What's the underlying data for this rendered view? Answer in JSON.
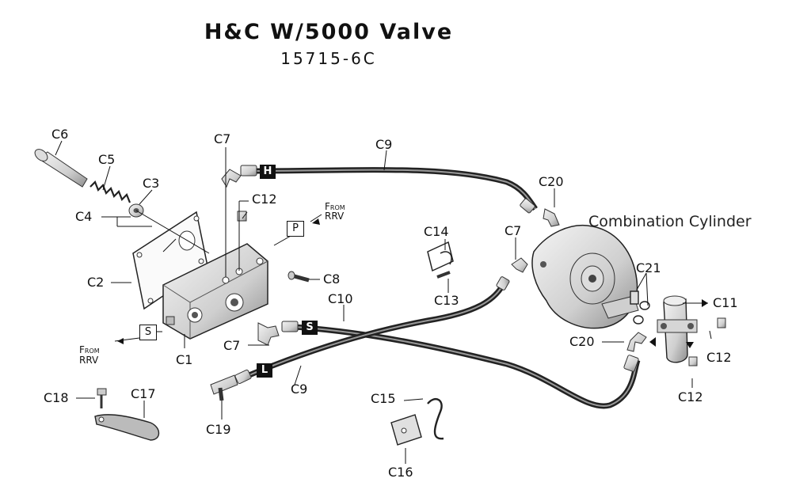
{
  "header": {
    "title": "H&C W/5000 Valve",
    "part_number": "15715-6C"
  },
  "annotation": {
    "combination_cylinder": "Combination Cylinder"
  },
  "port_boxes": {
    "p": "P",
    "s": "S"
  },
  "hose_tags": {
    "h": "H",
    "s": "S",
    "l": "L"
  },
  "notes": {
    "from_rrv_top_1": "From",
    "from_rrv_top_2": "RRV",
    "from_rrv_left_1": "From",
    "from_rrv_left_2": "RRV"
  },
  "callouts": {
    "c1": "C1",
    "c2": "C2",
    "c3": "C3",
    "c4": "C4",
    "c5": "C5",
    "c6": "C6",
    "c7_top": "C7",
    "c7_right": "C7",
    "c7_bottom": "C7",
    "c8": "C8",
    "c9_top": "C9",
    "c9_bottom": "C9",
    "c10": "C10",
    "c11": "C11",
    "c12_top": "C12",
    "c12_right": "C12",
    "c12_bottom": "C12",
    "c13": "C13",
    "c14": "C14",
    "c15": "C15",
    "c16": "C16",
    "c17": "C17",
    "c18": "C18",
    "c19": "C19",
    "c20_top": "C20",
    "c20_bottom": "C20",
    "c21": "C21"
  }
}
